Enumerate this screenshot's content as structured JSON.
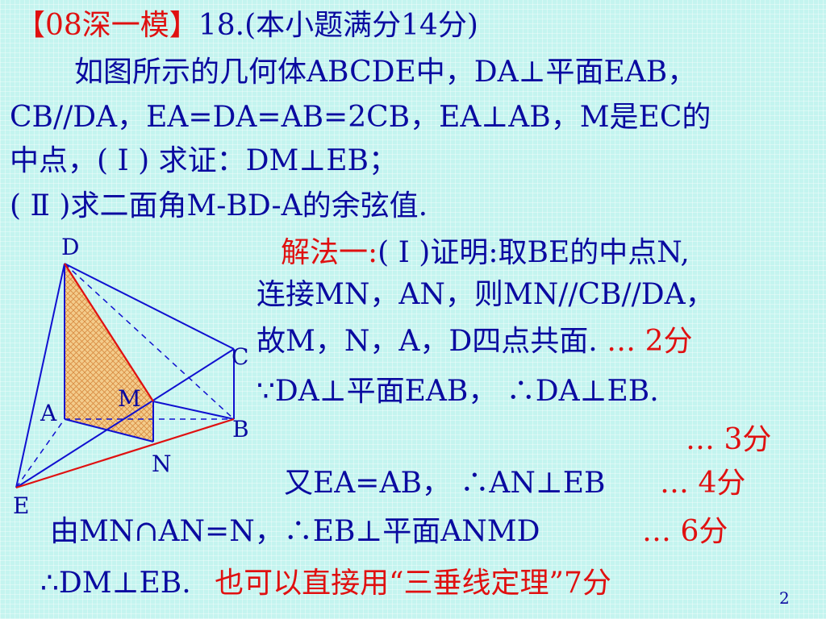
{
  "problem": {
    "tag": "【08深一模】",
    "header_rest": "18.(本小题满分14分)",
    "line1": "如图所示的几何体ABCDE中，DA⊥平面EAB，",
    "line2": "CB//DA，EA=DA=AB=2CB，EA⊥AB，M是EC的",
    "line3": "中点，( Ⅰ ) 求证：DM⊥EB；",
    "line4": "( Ⅱ )求二面角M-BD-A的余弦值."
  },
  "solution": {
    "method": "解法一",
    "colon": ":",
    "s1_rest": "( Ⅰ )证明:取BE的中点N,",
    "s2": "连接MN，AN，则MN//CB//DA，",
    "s3": "故M，N，A，D四点共面.",
    "s3_score": "… 2分",
    "s4": "∵DA⊥平面EAB，  ∴DA⊥EB.",
    "s5_score": "… 3分",
    "s6": "又EA=AB， ∴AN⊥EB",
    "s6_score": "… 4分",
    "s7": "由MN∩AN=N，∴EB⊥平面ANMD",
    "s7_score": "… 6分",
    "s8": "∴DM⊥EB.",
    "s8_red": "也可以直接用“三垂线定理”",
    "s8_score": "7分"
  },
  "figure": {
    "labels": {
      "D": "D",
      "C": "C",
      "M": "M",
      "A": "A",
      "B": "B",
      "N": "N",
      "E": "E"
    },
    "colors": {
      "edge": "#0a0ad0",
      "highlight": "#e01010",
      "shade": "#f0c080"
    }
  },
  "page_number": "2"
}
